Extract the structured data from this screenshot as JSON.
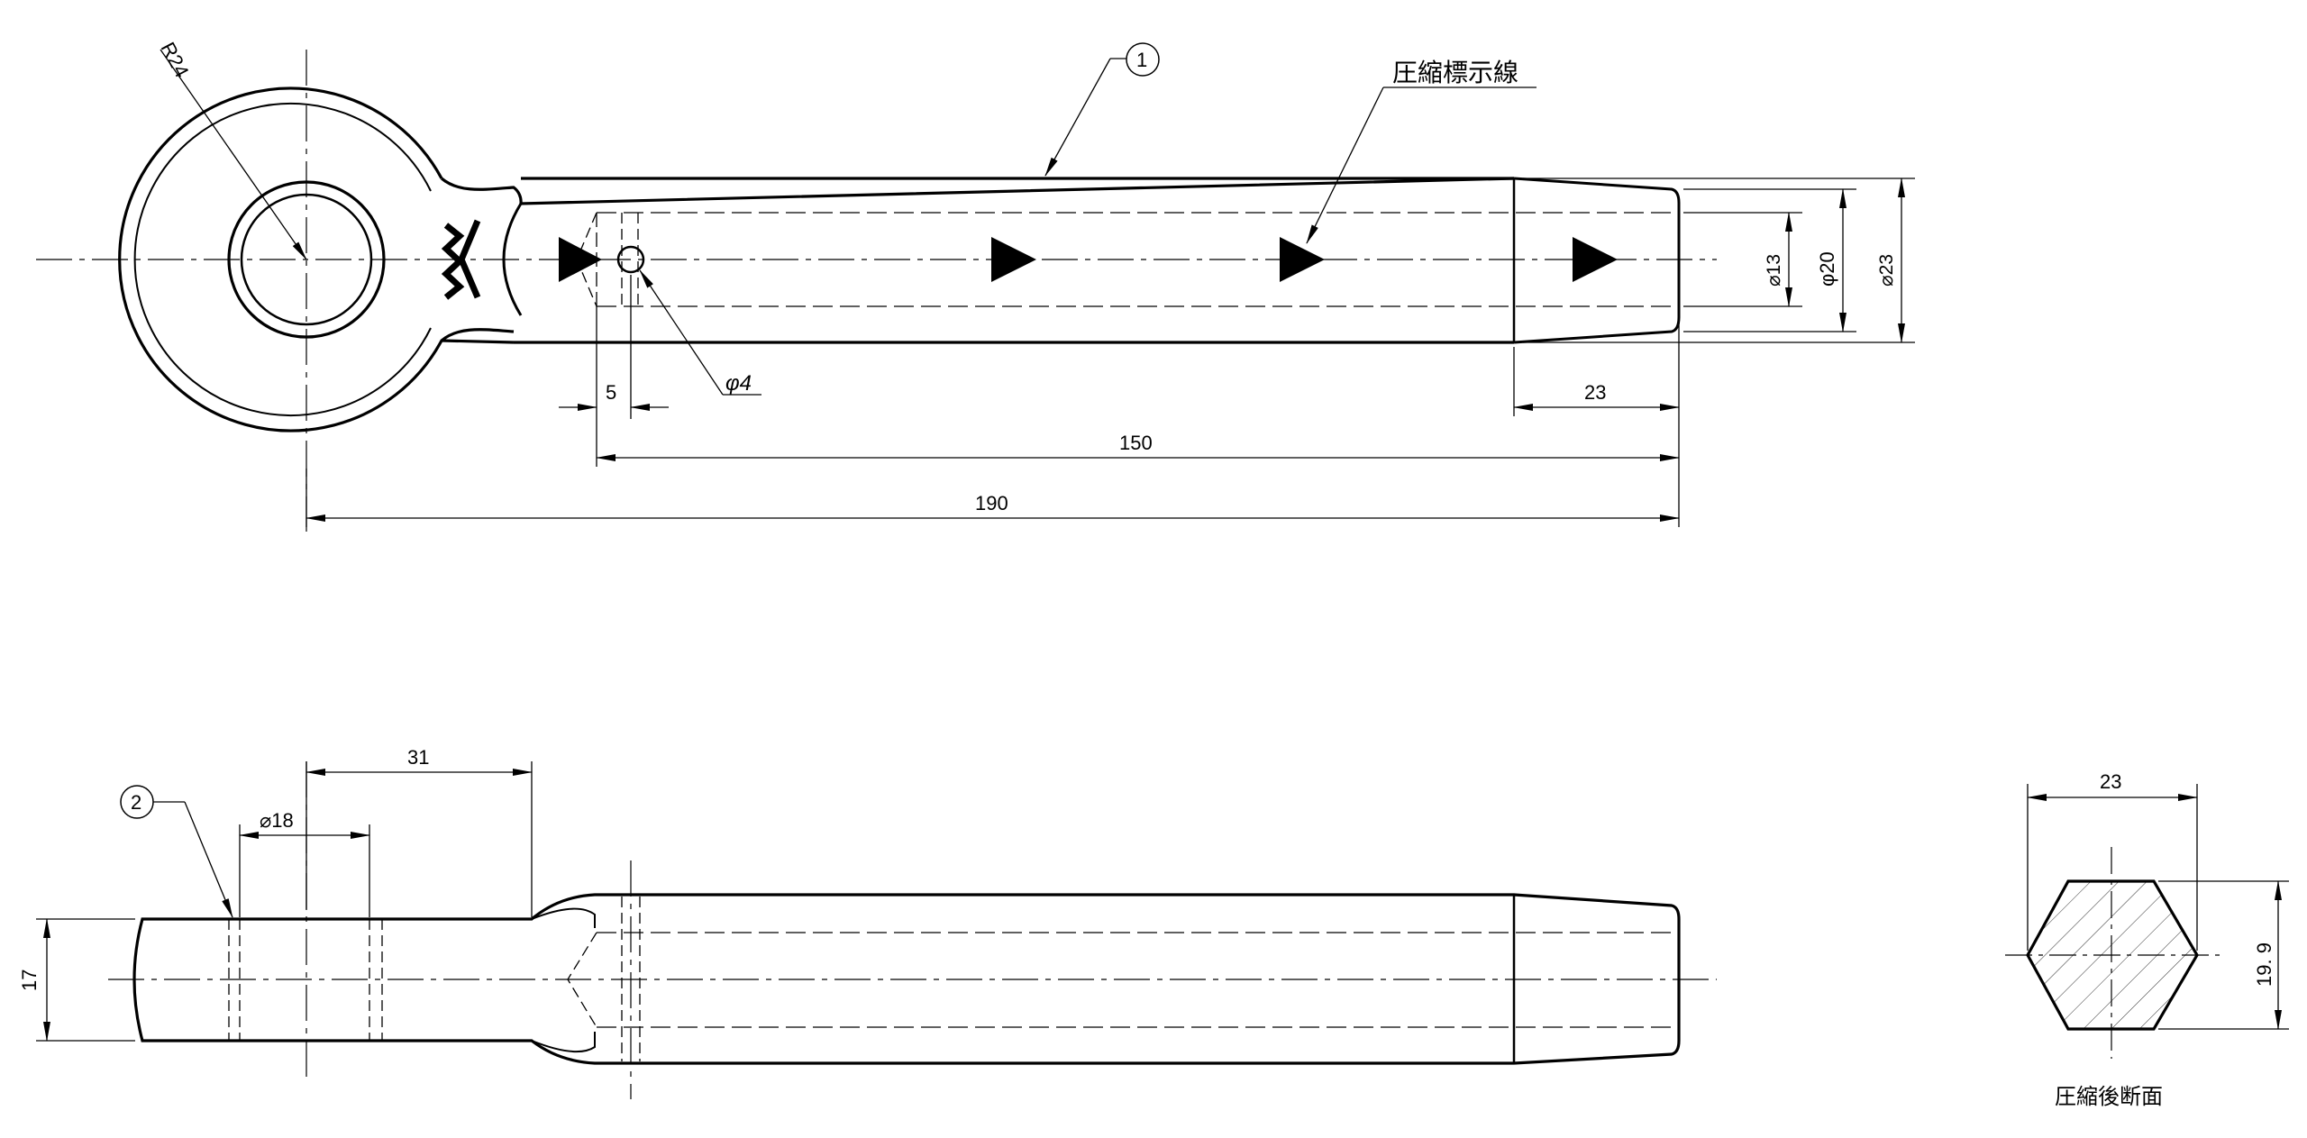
{
  "drawing": {
    "labels": {
      "radius": "R24",
      "hole_dia": "φ4",
      "dim_5": "5",
      "dim_23_len": "23",
      "dim_150": "150",
      "dim_190": "190",
      "dia_13": "⌀13",
      "dia_20": "φ20",
      "dia_23": "⌀23",
      "mark_note": "圧縮標示線",
      "balloon_1": "1",
      "balloon_2": "2",
      "dim_31": "31",
      "dia_18": "⌀18",
      "dim_17": "17",
      "section_width": "23",
      "section_height": "19. 9",
      "section_caption": "圧縮後断面"
    }
  }
}
